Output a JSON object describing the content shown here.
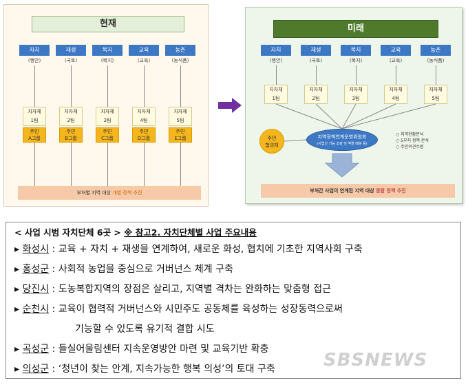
{
  "diagram": {
    "now": {
      "title": "현재",
      "sectors": [
        {
          "name": "자치",
          "sub": "(행안)",
          "team": "지자체\n1팀",
          "group": "주민\nA그룹"
        },
        {
          "name": "재생",
          "sub": "(국토)",
          "team": "지자체\n2팀",
          "group": "주민\nB그룹"
        },
        {
          "name": "복지",
          "sub": "(복지)",
          "team": "지자체\n3팀",
          "group": "주민\nC그룹"
        },
        {
          "name": "교육",
          "sub": "(교육)",
          "team": "지자체\n4팀",
          "group": "주민\nD그룹"
        },
        {
          "name": "농촌",
          "sub": "(농식품)",
          "team": "지자체\n5팀",
          "group": "주민\nE그룹"
        }
      ],
      "bar_prefix": "부처별 지역 대상 ",
      "bar_highlight": "개별 정책 추진"
    },
    "future": {
      "title": "미래",
      "sectors": [
        {
          "name": "자치",
          "sub": "(행안)",
          "team": "지자체\n1팀"
        },
        {
          "name": "재생",
          "sub": "(국토)",
          "team": "지자체\n2팀"
        },
        {
          "name": "복지",
          "sub": "(복지)",
          "team": "지자체\n3팀"
        },
        {
          "name": "교육",
          "sub": "(교육)",
          "team": "지자체\n4팀"
        },
        {
          "name": "농촌",
          "sub": "(농식품)",
          "team": "지자체\n5팀"
        }
      ],
      "resident": "주민\n협의체",
      "council": "지역정책연계운영위원회",
      "council_sub": "(사업간 기능 조정 및 역할 배분 등)",
      "notes": [
        "○ 지역현황분석",
        "○ 5부처 정책 분석",
        "○ 주민의견수렴"
      ],
      "bar_prefix": "부처간 사업이 연계된 지역 대상 ",
      "bar_highlight": "종합 정책 추진"
    }
  },
  "list": {
    "header_main": "< 사업 시범 자치단체 6곳 >",
    "header_ref": "※ 참고2. 자치단체별 사업 주요내용",
    "items": [
      {
        "name": "화성시",
        "text": " : 교육 + 자치 + 재생을 연계하여, 새로운 화성, 협치에 기초한 지역사회 구축"
      },
      {
        "name": "홍성군",
        "text": " : 사회적 농업을 중심으로 거버넌스 체계 구축"
      },
      {
        "name": "당진시",
        "text": " : 도농복합지역의 장점은 살리고, 지역별 격차는 완화하는 맞춤형 접근"
      },
      {
        "name": "순천시",
        "text": " : 교육이 협력적 거버넌스와 시민주도 공동체를 육성하는 성장동력으로써"
      },
      {
        "name": "",
        "text": "기능할 수 있도록 유기적 결합 시도"
      },
      {
        "name": "곡성군",
        "text": " : 들실어울림센터 지속운영방안 마련 및 교육기반 확충"
      },
      {
        "name": "의성군",
        "text": " : ‘청년이 찾는 안계, 지속가능한 행복 의성’의 토대 구축"
      }
    ],
    "bullet": "▸"
  },
  "watermark": "SBSNEWS"
}
